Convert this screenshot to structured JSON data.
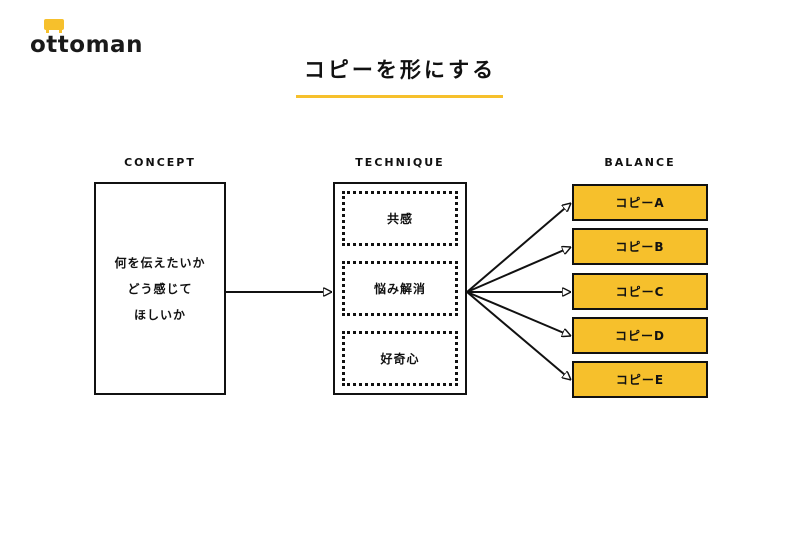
{
  "brand": {
    "name": "ottoman",
    "accent": "#F6C02C"
  },
  "title": "コピーを形にする",
  "columns": {
    "concept": {
      "heading": "CONCEPT",
      "lines": [
        "何を伝えたいか",
        "どう感じて",
        "ほしいか"
      ]
    },
    "technique": {
      "heading": "TECHNIQUE",
      "items": [
        "共感",
        "悩み解消",
        "好奇心"
      ]
    },
    "balance": {
      "heading": "BALANCE",
      "items": [
        "コピーA",
        "コピーB",
        "コピーC",
        "コピーD",
        "コピーE"
      ]
    }
  }
}
